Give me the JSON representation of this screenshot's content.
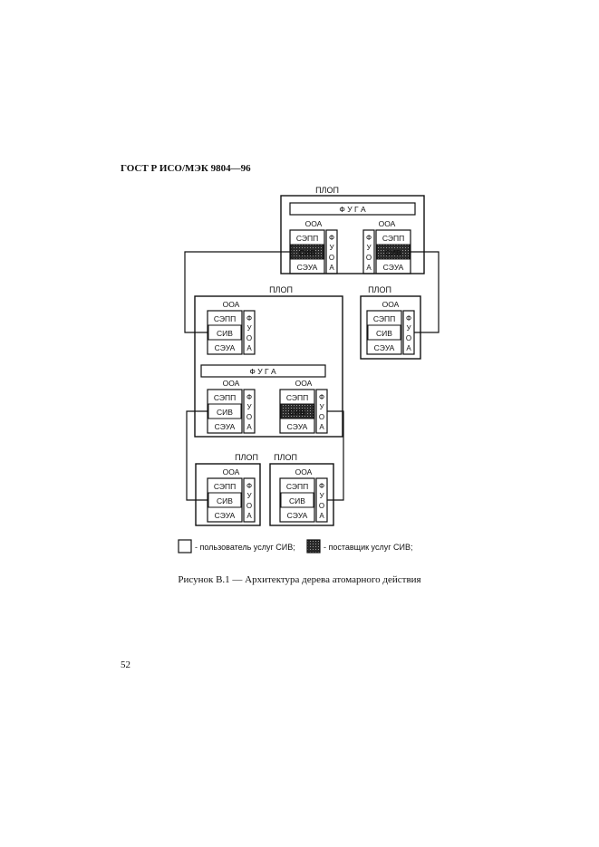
{
  "header": "ГОСТ Р ИСО/МЭК 9804—96",
  "caption": "Рисунок В.1 — Архитектура дерева атомарного действия",
  "page_number": "52",
  "labels": {
    "plop": "ПЛОП",
    "fuga": "Ф У Г А",
    "ooa": "ООА",
    "sepp": "СЭПП",
    "siv": "СИВ",
    "seua": "СЭУА",
    "fuoa": [
      "Ф",
      "У",
      "О",
      "А"
    ]
  },
  "legend": {
    "user": "- пользователь услуг СИВ;",
    "provider": "- поставщик услуг СИВ;"
  },
  "colors": {
    "ink": "#111111",
    "provider_fill": "#3a3a3a"
  }
}
